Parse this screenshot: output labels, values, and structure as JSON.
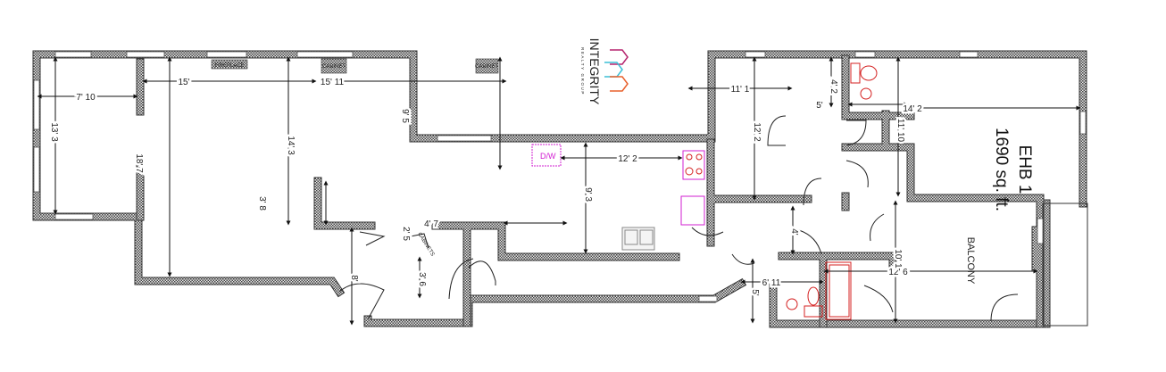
{
  "title": {
    "unit": "EHB 1",
    "area": "1690 sq. ft."
  },
  "logo": {
    "name": "INTEGRITY",
    "tagline": "REALTY GROUP",
    "colors": [
      "#b5246e",
      "#3bbfd6",
      "#e8602c"
    ]
  },
  "fixtures": {
    "fireplace": "FIREPLACE",
    "cabinet_1": "CABINET",
    "cabinet_2": "CABINET",
    "cabinets": "CABINETS",
    "dishwasher": "D/W",
    "balcony": "BALCONY"
  },
  "dimensions": {
    "bay_width": "7' 10",
    "bay_depth": "13' 3",
    "living_width": "15'",
    "dining_width": "15' 11",
    "living_depth": "18' 7",
    "dining_depth": "14' 3",
    "dining_alcove": "9' 5",
    "partition": "3' 8",
    "pantry_width": "4' 7",
    "pantry_depth": "2' 5",
    "foyer": "8'",
    "hall_width": "3' 6",
    "kitchen_width": "12' 2",
    "kitchen_depth": "9' 3",
    "bedroom1_width": "11' 1",
    "bedroom1_depth": "12' 2",
    "half_bath_depth": "4' 2",
    "half_bath_width": "5'",
    "bedroom2_width": "14' 2",
    "bedroom2_depth": "11' 10",
    "hall2": "4'",
    "bath_width": "6' 11",
    "bath_depth": "5'",
    "bedroom3_width": "12' 6",
    "bedroom3_depth": "10' 1"
  },
  "colors": {
    "walls": "#555555",
    "plumbing": "#d42020",
    "appliance": "#d21fd2"
  }
}
